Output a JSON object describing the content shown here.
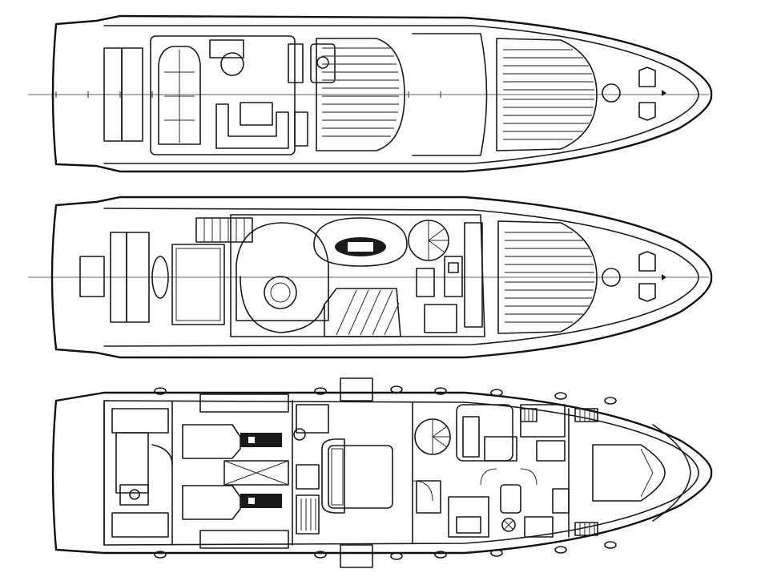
{
  "image": {
    "description_type": "yacht general arrangement line drawing",
    "background": "#ffffff",
    "line_color": "#1a1a1a",
    "views": [
      {
        "id": "flybridge",
        "name": "flybridge-deck-plan"
      },
      {
        "id": "main_deck",
        "name": "main-deck-plan"
      },
      {
        "id": "lower_deck",
        "name": "lower-deck-plan"
      }
    ]
  }
}
